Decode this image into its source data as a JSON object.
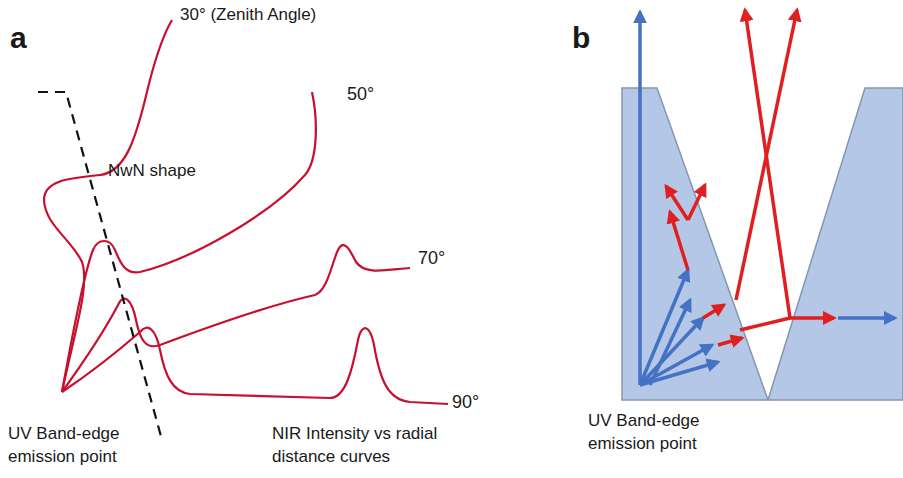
{
  "diagram": {
    "labels": [
      "a",
      "30° (Zenith Angle)",
      "50°",
      "70°",
      "90°",
      "NwN shape",
      "UV Band-edge emission point",
      "NIR Intensity vs radial distance curves",
      "b",
      "UV Band-edge emission point"
    ]
  }
}
